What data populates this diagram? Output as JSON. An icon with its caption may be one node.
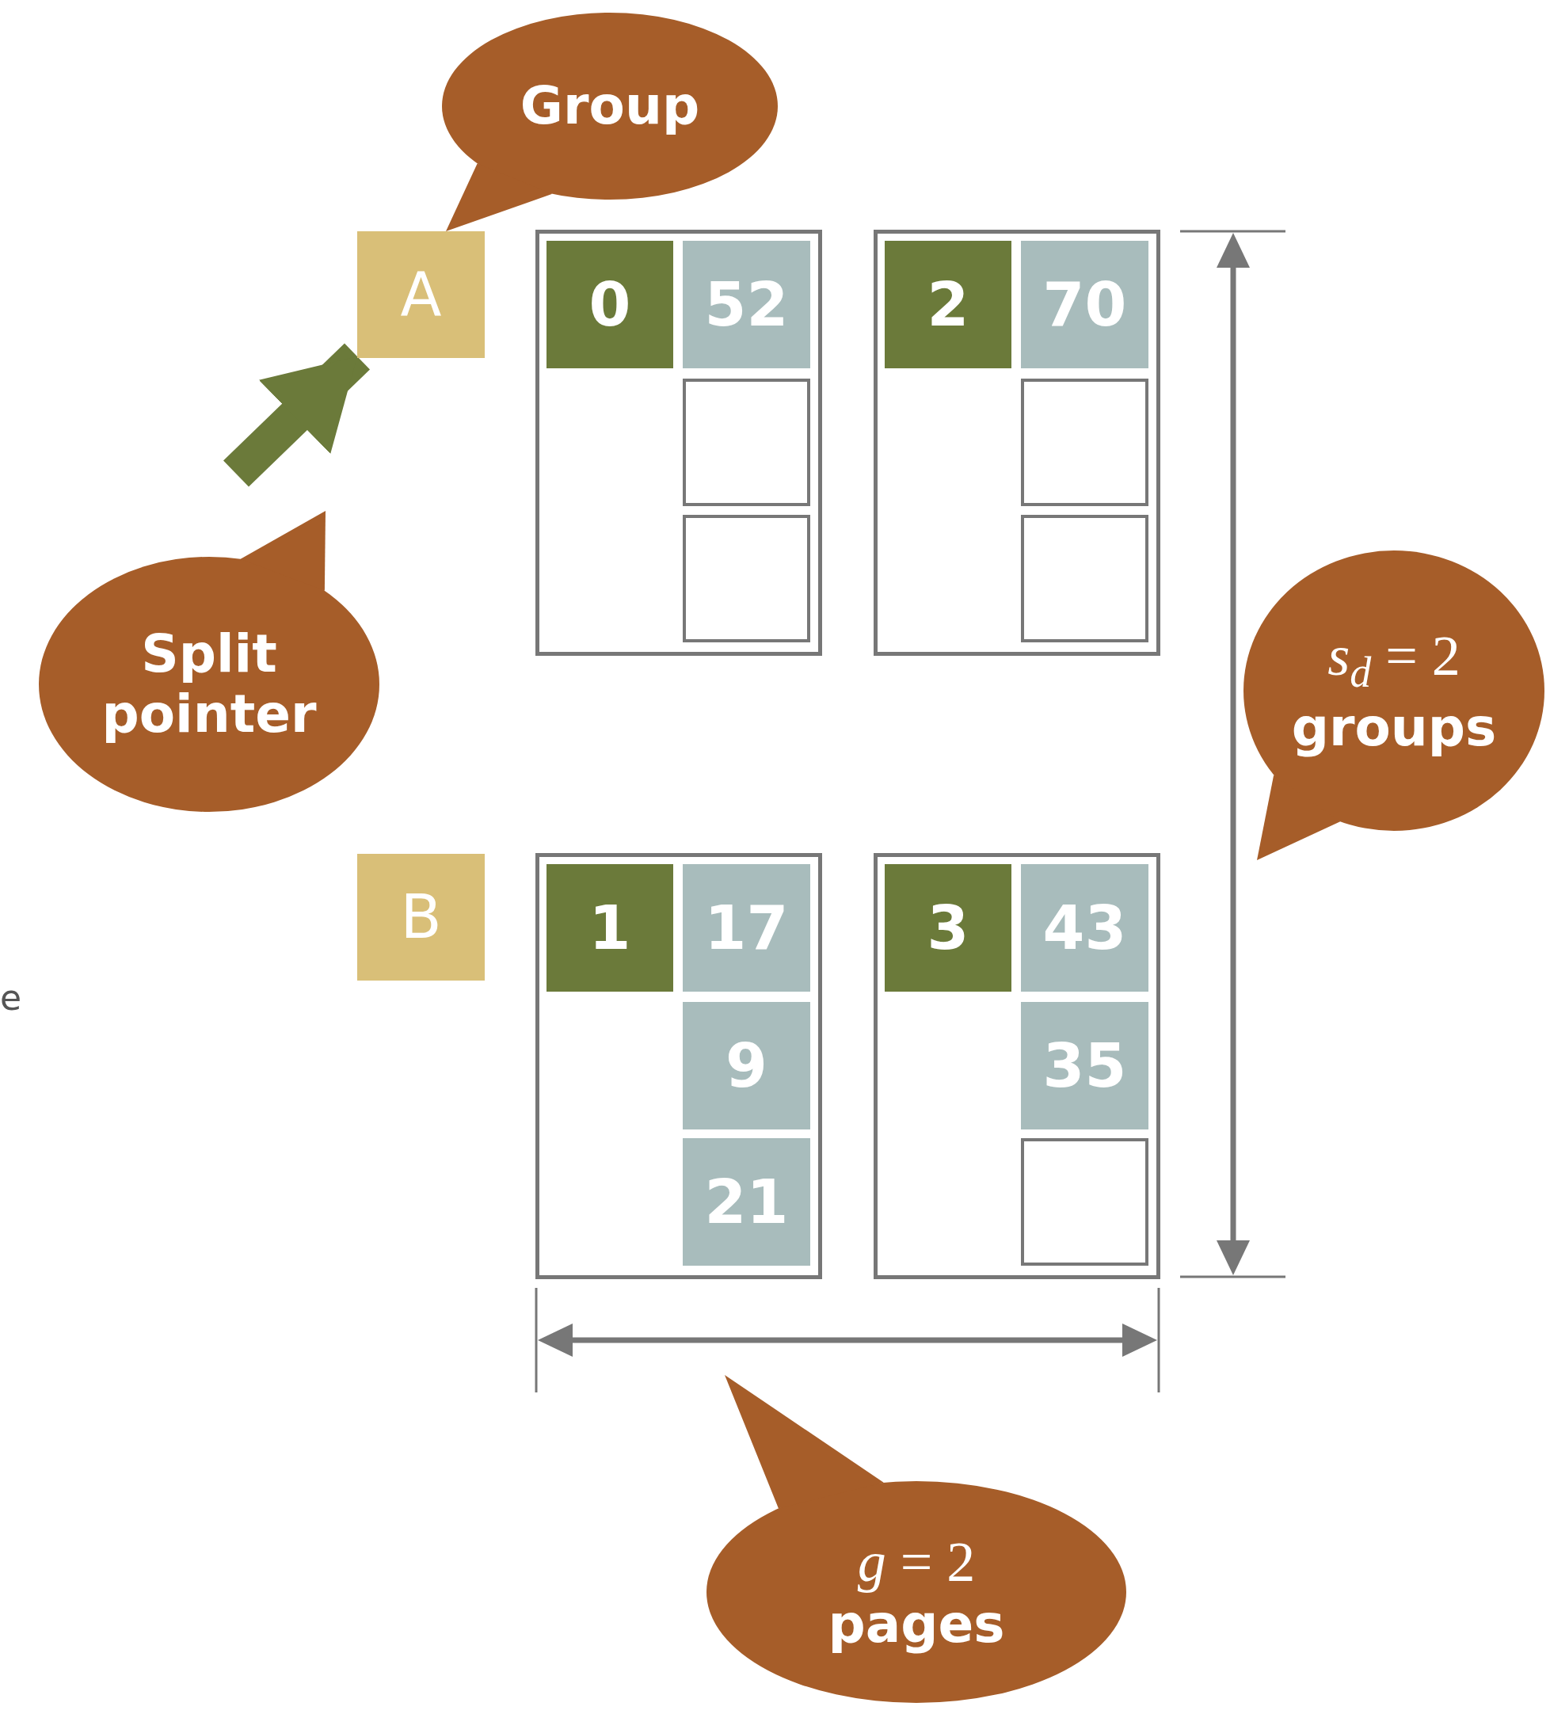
{
  "diagram": {
    "nodes": [
      {
        "text": [
          "Group"
        ]
      },
      {
        "text": [
          "A"
        ]
      },
      {
        "text": [],
        "shape": "box"
      },
      {
        "text": [
          "0"
        ],
        "in": 2
      },
      {
        "text": [
          "52"
        ],
        "in": 2
      },
      {
        "text": [],
        "shape": "box",
        "in": 2
      },
      {
        "text": [],
        "shape": "box",
        "in": 2
      },
      {
        "text": [],
        "shape": "box"
      },
      {
        "text": [
          "2"
        ],
        "in": 7
      },
      {
        "text": [
          "70"
        ],
        "in": 7
      },
      {
        "text": [],
        "shape": "box",
        "in": 7
      },
      {
        "text": [],
        "shape": "box",
        "in": 7
      },
      {
        "text": [
          "Split pointer"
        ]
      },
      {
        "text": [
          "*s*$_{d}$ = 2",
          "groups"
        ]
      },
      {
        "text": [
          "B"
        ]
      },
      {
        "text": [],
        "shape": "box"
      },
      {
        "text": [
          "1"
        ],
        "in": 15
      },
      {
        "text": [
          "17"
        ],
        "in": 15
      },
      {
        "text": [
          "9"
        ],
        "in": 15
      },
      {
        "text": [
          "21"
        ],
        "in": 15
      },
      {
        "text": [],
        "shape": "box"
      },
      {
        "text": [
          "3"
        ],
        "in": 20
      },
      {
        "text": [
          "43"
        ],
        "in": 20
      },
      {
        "text": [
          "35"
        ],
        "in": 20
      },
      {
        "text": [],
        "shape": "box",
        "in": 20
      },
      {
        "text": [
          "*g* = 2",
          "pages"
        ]
      }
    ],
    "edges": [
      {
        "from": null,
        "to": 1,
        "arrow": "to",
        "color": "#6b7a3a"
      }
    ],
    "labels": [
      "e"
    ]
  }
}
